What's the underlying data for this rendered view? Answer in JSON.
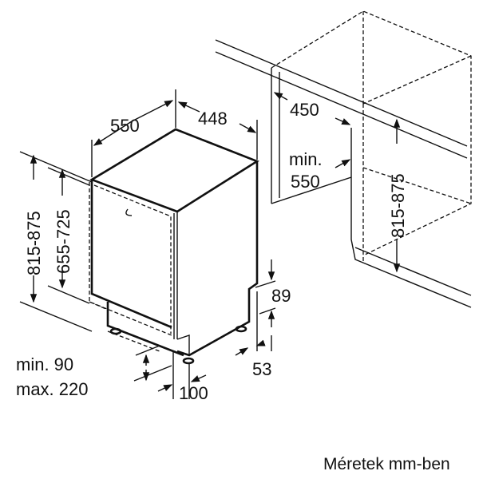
{
  "dimensions": {
    "depth": "550",
    "width": "448",
    "niche_depth": "450",
    "niche_min_label": "min.",
    "niche_min_value": "550",
    "height_total": "815-875",
    "height_door": "655-725",
    "niche_height": "815-875",
    "plinth_89": "89",
    "plinth_53": "53",
    "plinth_min": "min. 90",
    "plinth_max": "max. 220",
    "foot_offset": "100"
  },
  "caption": "Méretek mm-ben"
}
